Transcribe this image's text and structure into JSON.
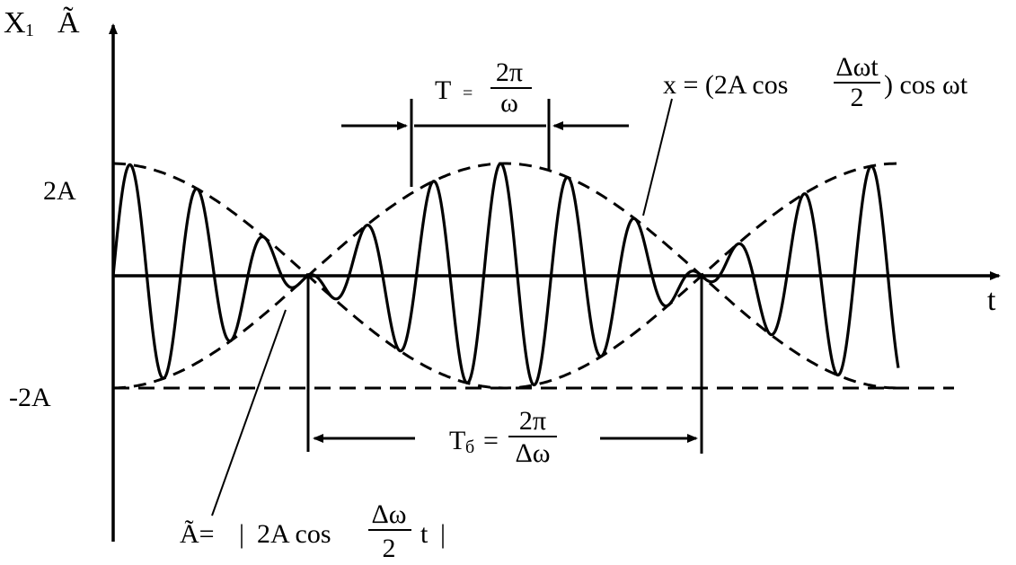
{
  "axes": {
    "y_label": "X",
    "y_label_sub": "1",
    "y_label_env": "Ã",
    "x_label": "t",
    "tick_pos": "2A",
    "tick_neg": "-2A"
  },
  "period_label": {
    "lhs": "T",
    "eq": "=",
    "num": "2π",
    "den": "ω"
  },
  "wave_label": {
    "lhs": "x = (2A cos",
    "num": "Δωt",
    "den": "2",
    "rhs": ") cos ωt"
  },
  "beat_label": {
    "lhs": "T",
    "lhs_sub": "б",
    "eq": "=",
    "num": "2π",
    "den": "Δω"
  },
  "envelope_label": {
    "lhs": "Ã=",
    "abs_open": "|",
    "mid": "2A cos",
    "num": "Δω",
    "den": "2",
    "rhs": "t",
    "abs_close": "|"
  }
}
